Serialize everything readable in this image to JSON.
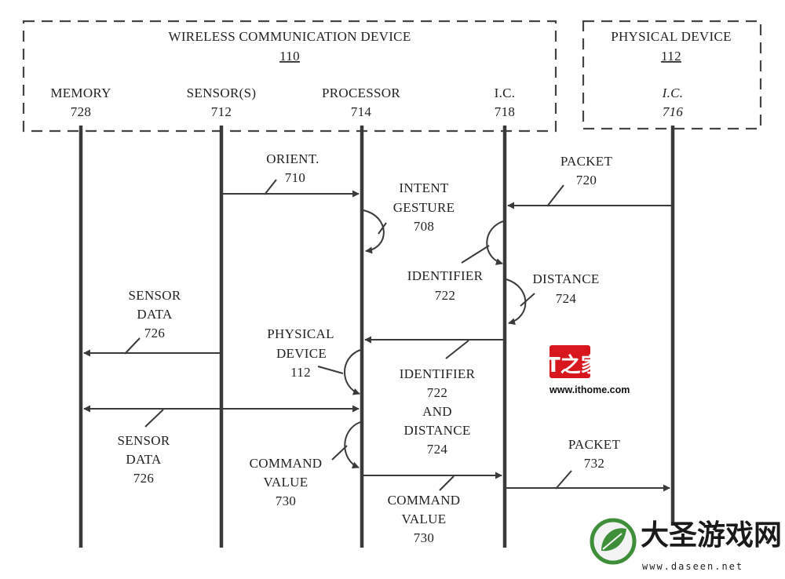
{
  "boxes": {
    "wcd": {
      "title": "WIRELESS COMMUNICATION DEVICE",
      "ref": "110"
    },
    "physical": {
      "title": "PHYSICAL DEVICE",
      "ref": "112"
    }
  },
  "lifelines": {
    "memory": {
      "name": "MEMORY",
      "ref": "728"
    },
    "sensors": {
      "name": "SENSOR(S)",
      "ref": "712"
    },
    "processor": {
      "name": "PROCESSOR",
      "ref": "714"
    },
    "ic718": {
      "name": "I.C.",
      "ref": "718"
    },
    "ic716": {
      "name": "I.C.",
      "ref": "716"
    }
  },
  "messages": {
    "orient": {
      "line1": "ORIENT.",
      "ref": "710"
    },
    "intent": {
      "line1": "INTENT",
      "line2": "GESTURE",
      "ref": "708"
    },
    "packet720": {
      "line1": "PACKET",
      "ref": "720"
    },
    "identifier722": {
      "line1": "IDENTIFIER",
      "ref": "722"
    },
    "distance724": {
      "line1": "DISTANCE",
      "ref": "724"
    },
    "sensordata_top": {
      "line1": "SENSOR",
      "line2": "DATA",
      "ref": "726"
    },
    "physdev": {
      "line1": "PHYSICAL",
      "line2": "DEVICE",
      "ref": "112"
    },
    "id_and_dist": {
      "line1": "IDENTIFIER",
      "line2": "722",
      "line3": "AND",
      "line4": "DISTANCE",
      "ref": "724"
    },
    "sensordata_bottom": {
      "line1": "SENSOR",
      "line2": "DATA",
      "ref": "726"
    },
    "cmdval_left": {
      "line1": "COMMAND",
      "line2": "VALUE",
      "ref": "730"
    },
    "cmdval_bottom": {
      "line1": "COMMAND",
      "line2": "VALUE",
      "ref": "730"
    },
    "packet732": {
      "line1": "PACKET",
      "ref": "732"
    }
  },
  "watermarks": {
    "ithome": {
      "logo": "IT之家",
      "site": "www.ithome.com"
    },
    "daseen": {
      "name": "大圣游戏网",
      "url": "www.daseen.net"
    }
  },
  "colors": {
    "line": "#3a3a3a",
    "text": "#222222",
    "ithome_red": "#d7161e",
    "daseen_green": "#3f8f3a"
  }
}
